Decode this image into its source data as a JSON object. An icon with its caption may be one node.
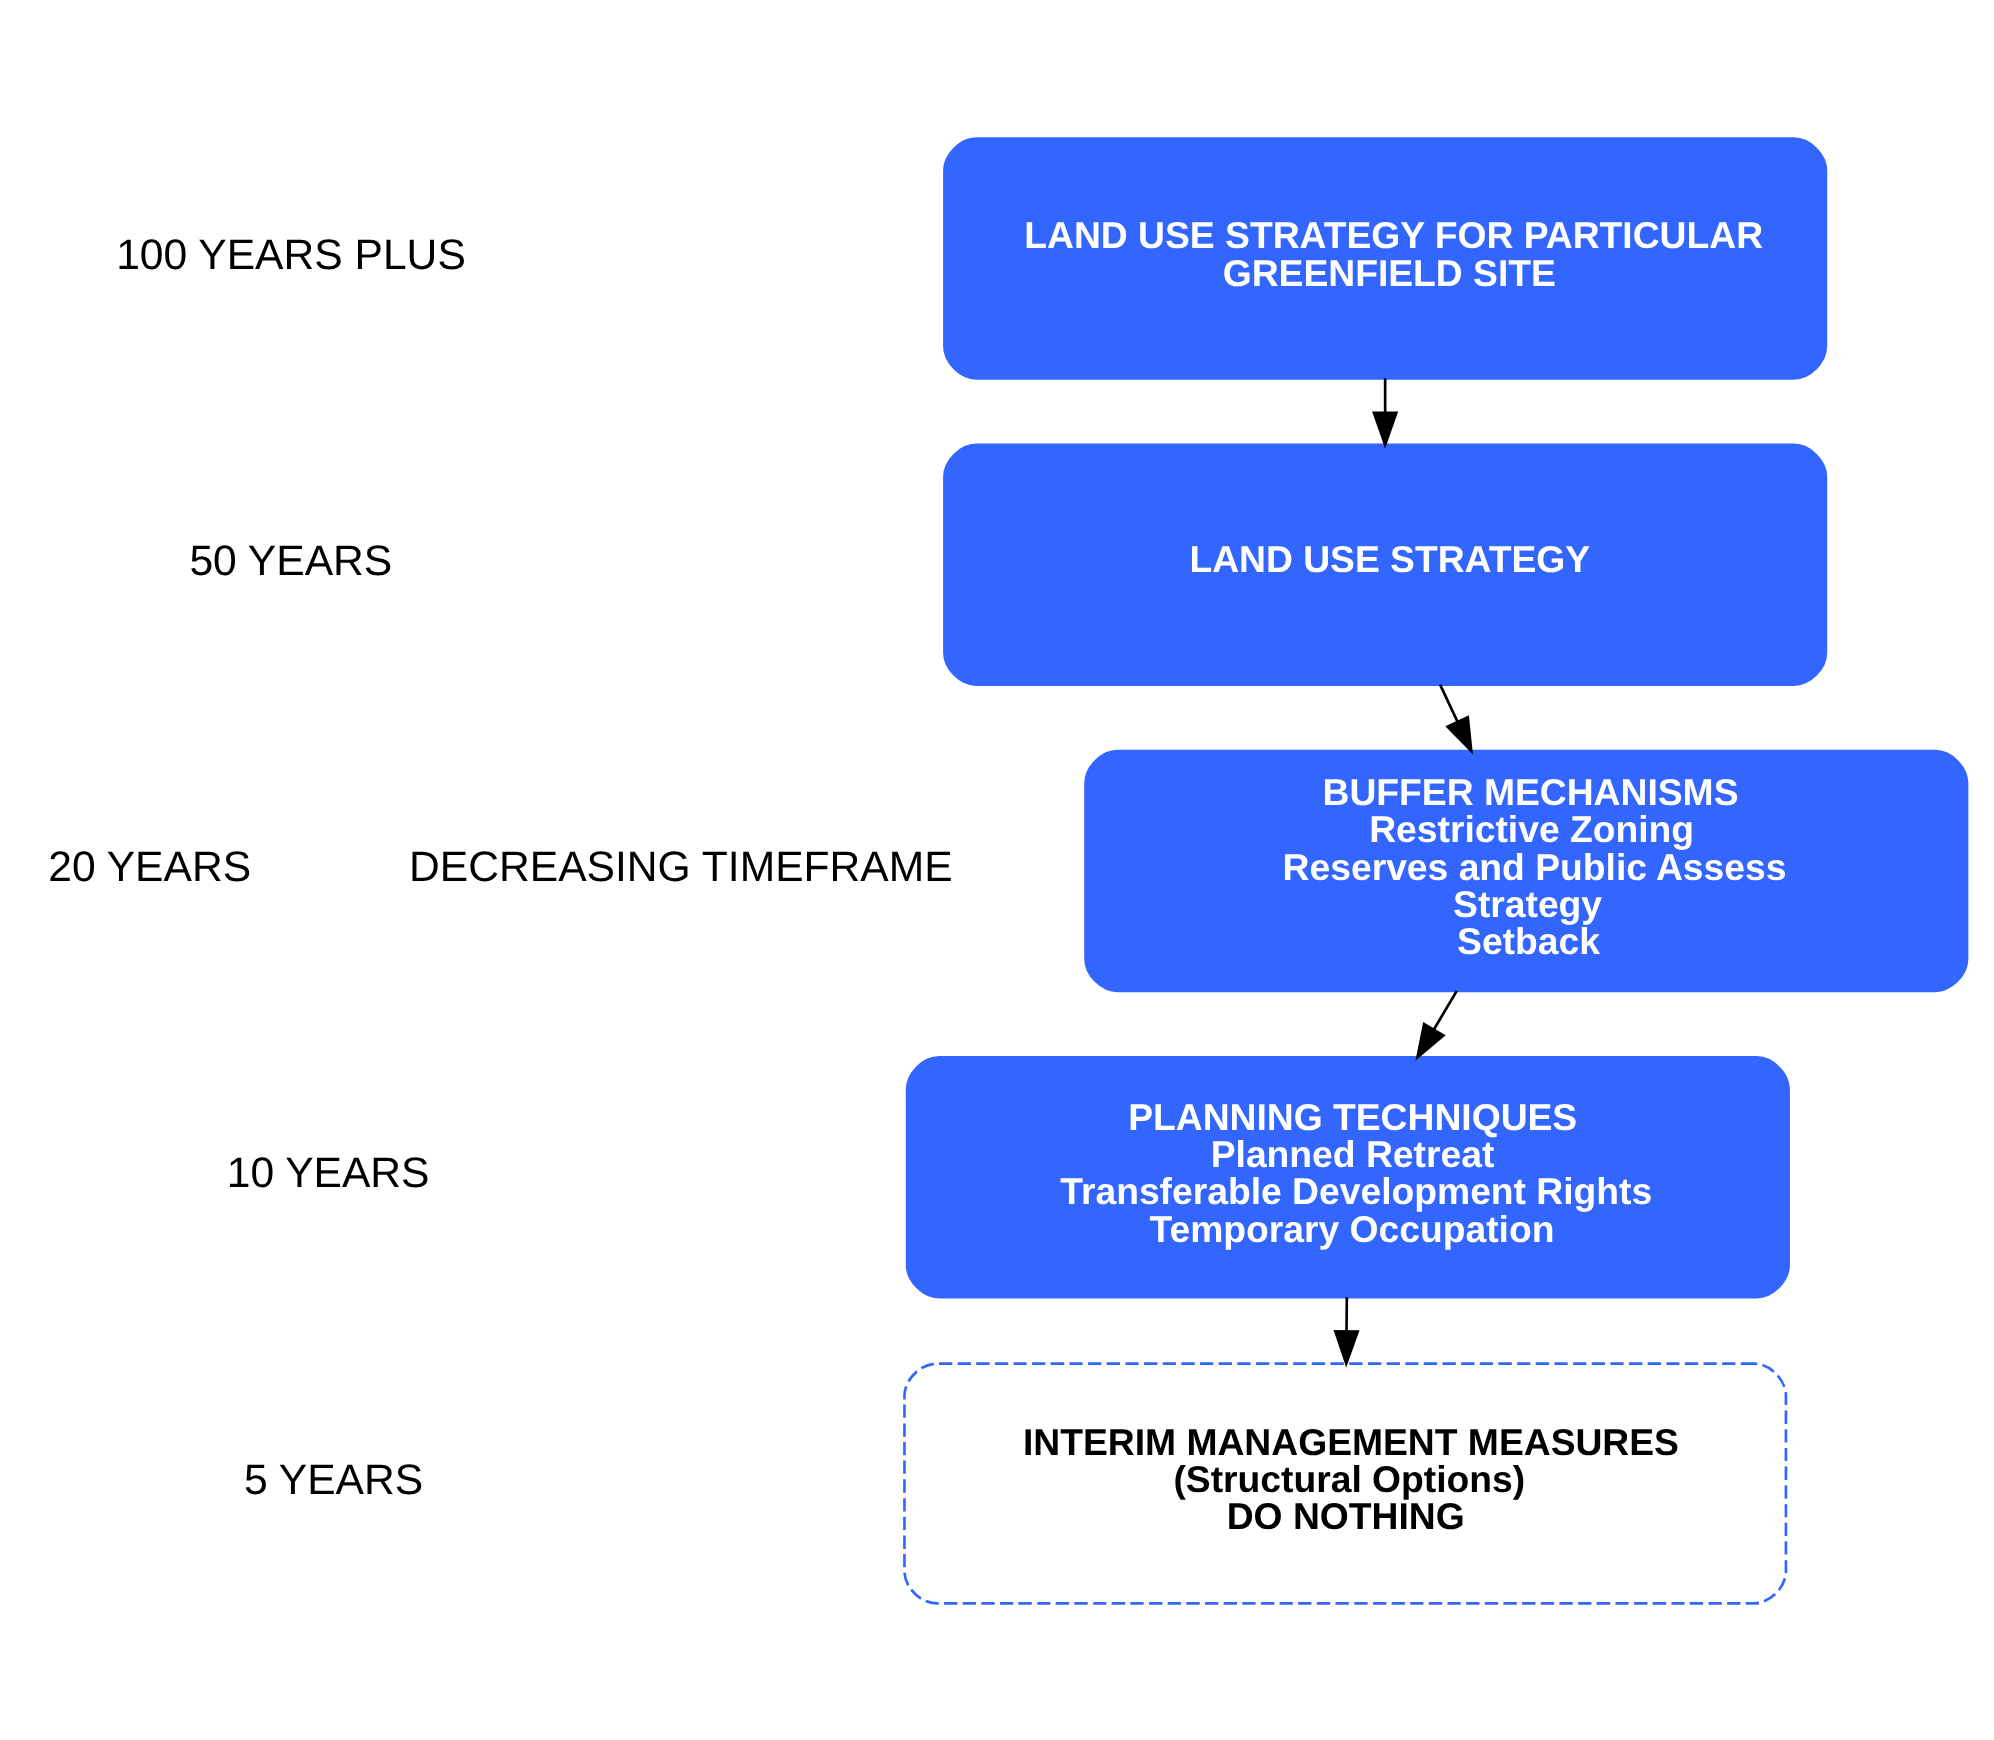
{
  "diagram": {
    "nodes": [
      {
        "text": [
          "LAND USE STRATEGY FOR PARTICULAR GREENFIELD SITE"
        ]
      },
      {
        "text": [
          "LAND USE STRATEGY"
        ]
      },
      {
        "text": [
          "BUFFER MECHANISMS",
          "Restrictive Zoning",
          "Reserves and Public Assess Strategy",
          "Setback"
        ]
      },
      {
        "text": [
          "PLANNING TECHNIQUES",
          "Planned Retreat",
          "Transferable Development Rights",
          "Temporary Occupation"
        ]
      },
      {
        "text": [
          "INTERIM MANAGEMENT MEASURES",
          "(Structural Options)",
          "DO NOTHING"
        ]
      }
    ],
    "edges": [
      {
        "from": 0,
        "to": 1,
        "arrow": "to"
      },
      {
        "from": 1,
        "to": 2,
        "arrow": "to"
      },
      {
        "from": 2,
        "to": 3,
        "arrow": "to"
      },
      {
        "from": 3,
        "to": 4,
        "arrow": "to"
      }
    ],
    "labels": [
      "100 YEARS PLUS",
      "50 YEARS",
      "20 YEARS",
      "10 YEARS",
      "5 YEARS",
      "DECREASING TIMEFRAME"
    ]
  }
}
